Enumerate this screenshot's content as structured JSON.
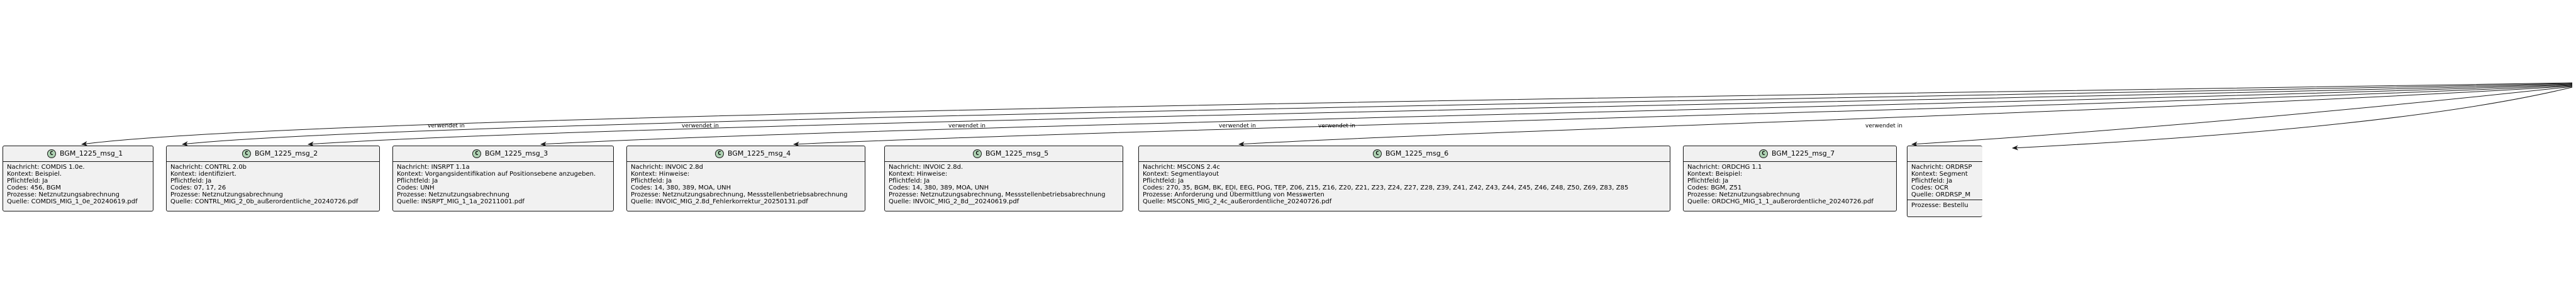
{
  "edge_label": "verwendet in",
  "icon_letter": "C",
  "classes": [
    {
      "name": "BGM_1225_msg_1",
      "nachricht": "Nachricht: COMDIS 1.0e.",
      "kontext": "Kontext: Beispiel.",
      "pflichtfeld": "Pflichtfeld: Ja",
      "codes": "Codes: 456, BGM",
      "prozesse": "Prozesse: Netznutzungsabrechnung",
      "quelle": "Quelle: COMDIS_MIG_1_0e_20240619.pdf"
    },
    {
      "name": "BGM_1225_msg_2",
      "nachricht": "Nachricht: CONTRL 2.0b",
      "kontext": "Kontext: identifiziert.",
      "pflichtfeld": "Pflichtfeld: Ja",
      "codes": "Codes: 07, 17, 26",
      "prozesse": "Prozesse: Netznutzungsabrechnung",
      "quelle": "Quelle: CONTRL_MIG_2_0b_außerordentliche_20240726.pdf"
    },
    {
      "name": "BGM_1225_msg_3",
      "nachricht": "Nachricht: INSRPT 1.1a",
      "kontext": "Kontext: Vorgangsidentifikation auf Positionsebene anzugeben.",
      "pflichtfeld": "Pflichtfeld: Ja",
      "codes": "Codes: UNH",
      "prozesse": "Prozesse: Netznutzungsabrechnung",
      "quelle": "Quelle: INSRPT_MIG_1_1a_20211001.pdf"
    },
    {
      "name": "BGM_1225_msg_4",
      "nachricht": "Nachricht: INVOIC 2.8d",
      "kontext": "Kontext: Hinweise:",
      "pflichtfeld": "Pflichtfeld: Ja",
      "codes": "Codes: 14, 380, 389, MOA, UNH",
      "prozesse": "Prozesse: Netznutzungsabrechnung, Messstellenbetriebsabrechnung",
      "quelle": "Quelle: INVOIC_MIG_2.8d_Fehlerkorrektur_20250131.pdf"
    },
    {
      "name": "BGM_1225_msg_5",
      "nachricht": "Nachricht: INVOIC 2.8d.",
      "kontext": "Kontext: Hinweise:",
      "pflichtfeld": "Pflichtfeld: Ja",
      "codes": "Codes: 14, 380, 389, MOA, UNH",
      "prozesse": "Prozesse: Netznutzungsabrechnung, Messstellenbetriebsabrechnung",
      "quelle": "Quelle: INVOIC_MIG_2_8d__20240619.pdf"
    },
    {
      "name": "BGM_1225_msg_6",
      "nachricht": "Nachricht: MSCONS 2.4c",
      "kontext": "Kontext: Segmentlayout",
      "pflichtfeld": "Pflichtfeld: Ja",
      "codes": "Codes: 270, 35, BGM, BK, EDI, EEG, POG, TEP, Z06, Z15, Z16, Z20, Z21, Z23, Z24, Z27, Z28, Z39, Z41, Z42, Z43, Z44, Z45, Z46, Z48, Z50, Z69, Z83, Z85",
      "prozesse": "Prozesse: Anforderung und Übermittlung von Messwerten",
      "quelle": "Quelle: MSCONS_MIG_2_4c_außerordentliche_20240726.pdf"
    },
    {
      "name": "BGM_1225_msg_7",
      "nachricht": "Nachricht: ORDCHG 1.1",
      "kontext": "Kontext: Beispiel:",
      "pflichtfeld": "Pflichtfeld: Ja",
      "codes": "Codes: BGM, Z51",
      "prozesse": "Prozesse: Netznutzungsabrechnung",
      "quelle": "Quelle: ORDCHG_MIG_1_1_außerordentliche_20240726.pdf"
    },
    {
      "name": "",
      "nachricht": "Nachricht: ORDRSP",
      "kontext": "Kontext: Segment",
      "pflichtfeld": "Pflichtfeld: Ja",
      "codes": "Codes: OCR",
      "quelle": "Quelle: ORDRSP_M",
      "prozesse": "Prozesse: Bestellu"
    }
  ]
}
